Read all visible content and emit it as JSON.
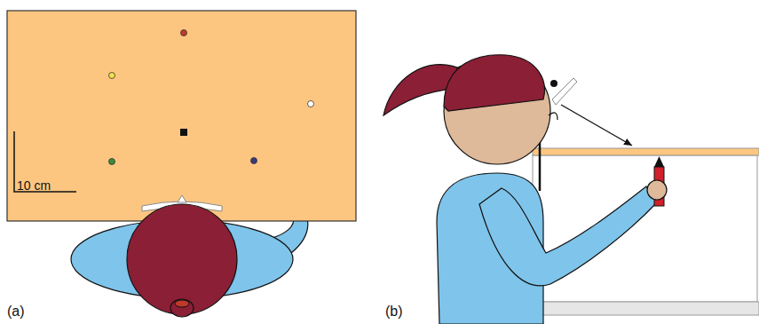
{
  "diagram": {
    "labels": [
      "10 cm",
      "(a)",
      "(b)"
    ]
  }
}
